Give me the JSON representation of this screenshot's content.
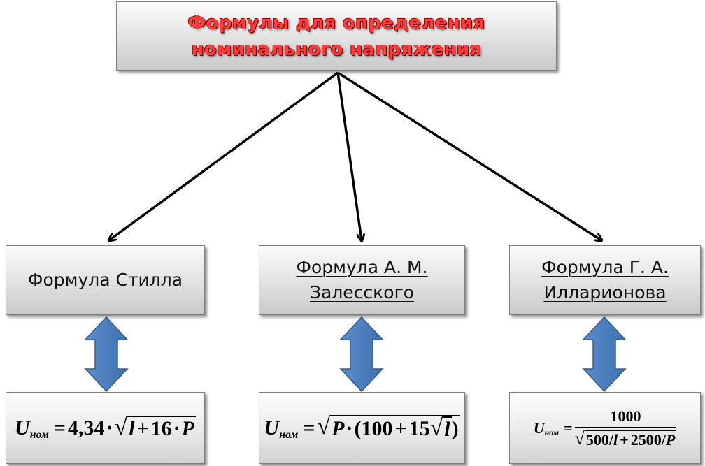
{
  "title": {
    "line1": "Формулы для определения",
    "line2": "номинального напряжения",
    "color": "#ff3b3b"
  },
  "methods": [
    {
      "label_lines": [
        "Формула Стилла"
      ],
      "formula": {
        "symbol": "U",
        "subscript": "ном",
        "equals": "=",
        "coef": "4,34",
        "dot": "·",
        "rad_var1": "l",
        "plus": "+",
        "rad_num": "16",
        "rad_var2": "P"
      }
    },
    {
      "label_lines": [
        "Формула А. М.",
        "Залесского"
      ],
      "formula": {
        "symbol": "U",
        "subscript": "ном",
        "equals": "=",
        "rad_var": "P",
        "dot": "·",
        "paren_open": "(",
        "num1": "100",
        "plus": "+",
        "num2": "15",
        "inner_var": "l",
        "paren_close": ")"
      }
    },
    {
      "label_lines": [
        "Формула Г. А.",
        "Илларионова"
      ],
      "formula": {
        "symbol": "U",
        "subscript": "ном",
        "equals": "=",
        "numerator": "1000",
        "d1": "500",
        "slash1": "/",
        "dv1": "l",
        "plus": "+",
        "d2": "2500",
        "slash2": "/",
        "dv2": "P"
      }
    }
  ],
  "colors": {
    "connector_arrow": "#000000",
    "double_arrow_fill": "#4f81bd",
    "double_arrow_stroke": "#385d8a",
    "box_border": "#7f7f7f"
  },
  "icons": {
    "connector": "arrow-icon",
    "link": "double-arrow-icon"
  }
}
